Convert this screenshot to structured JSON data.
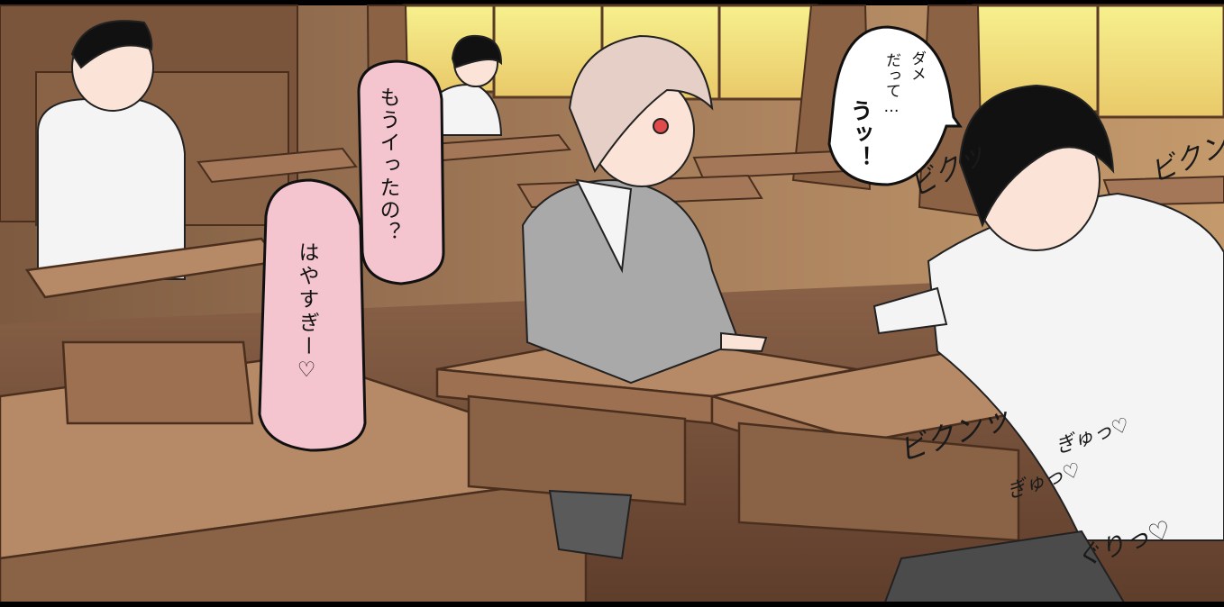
{
  "speech": {
    "pink_line1": "もうイったの？",
    "pink_line2": "はやすぎー♡",
    "white_line1": "ダメ",
    "white_line2": "だって…",
    "white_line3": "うッ！"
  },
  "sound_effects": {
    "sfx1": "ビクッ",
    "sfx2": "ビクン",
    "sfx3": "ビクンッ",
    "sfx4": "ぎゅっ♡",
    "sfx5": "ぎゅっ♡",
    "sfx6": "ぐりっ♡"
  },
  "colors": {
    "window_glow": "#f4ea7a",
    "wall": "#9a7454",
    "desk_top": "#b78a67",
    "floor": "#6e4a35",
    "pink_bubble": "#f5c5cf",
    "white_bubble": "#ffffff",
    "sweater": "#a9a9a9",
    "shirt": "#f4f4f4",
    "hair_light": "#e6cfc6",
    "hair_dark": "#111111",
    "skin": "#fbe3d7"
  }
}
